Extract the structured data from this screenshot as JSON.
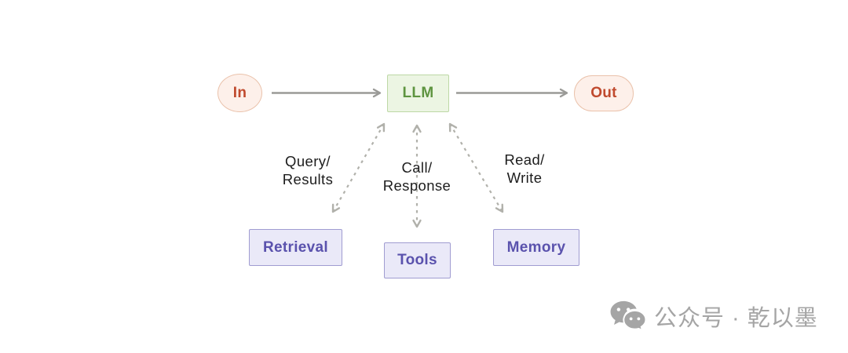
{
  "diagram": {
    "nodes": {
      "in": {
        "label": "In"
      },
      "llm": {
        "label": "LLM"
      },
      "out": {
        "label": "Out"
      },
      "retrieval": {
        "label": "Retrieval"
      },
      "tools": {
        "label": "Tools"
      },
      "memory": {
        "label": "Memory"
      }
    },
    "edges": {
      "in_to_llm": {
        "type": "solid-arrow"
      },
      "llm_to_out": {
        "type": "solid-arrow"
      },
      "llm_retrieval": {
        "type": "dashed-bidirectional",
        "label_line1": "Query/",
        "label_line2": "Results"
      },
      "llm_tools": {
        "type": "dashed-bidirectional",
        "label_line1": "Call/",
        "label_line2": "Response"
      },
      "llm_memory": {
        "type": "dashed-bidirectional",
        "label_line1": "Read/",
        "label_line2": "Write"
      }
    },
    "colors": {
      "io_fill": "#fdf0ea",
      "io_border": "#eac2ab",
      "io_text": "#c04a2e",
      "llm_fill": "#ecf5e3",
      "llm_border": "#bdd8a5",
      "llm_text": "#5e9440",
      "module_fill": "#eae9f8",
      "module_border": "#a09cd1",
      "module_text": "#5a52ad",
      "solid_arrow": "#9a9a97",
      "dashed_arrow": "#b1b1ab",
      "edge_label_text": "#1d1d1d"
    }
  },
  "watermark": {
    "icon": "wechat-icon",
    "text": "公众号 · 乾以墨",
    "color": "#a5a5a5"
  }
}
